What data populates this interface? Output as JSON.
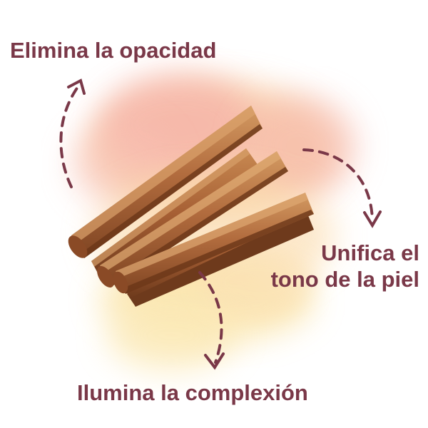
{
  "labels": {
    "top": "Elimina la opacidad",
    "right_line1": "Unifica el",
    "right_line2": "tono de la piel",
    "bottom": "Ilumina la complexión"
  },
  "colors": {
    "text": "#7a3848",
    "arrow": "#7a3848",
    "wood_light": "#c98a52",
    "wood_mid": "#a9643a",
    "wood_dark": "#7e4422",
    "wash_pink": "#f6b3a8",
    "wash_peach": "#f7c79a",
    "wash_yellow": "#fae3a6"
  },
  "icons": {
    "top_arrow": "curved-arrow-up-icon",
    "right_arrow": "curved-arrow-down-icon",
    "bottom_arrow": "curved-arrow-down-icon"
  }
}
